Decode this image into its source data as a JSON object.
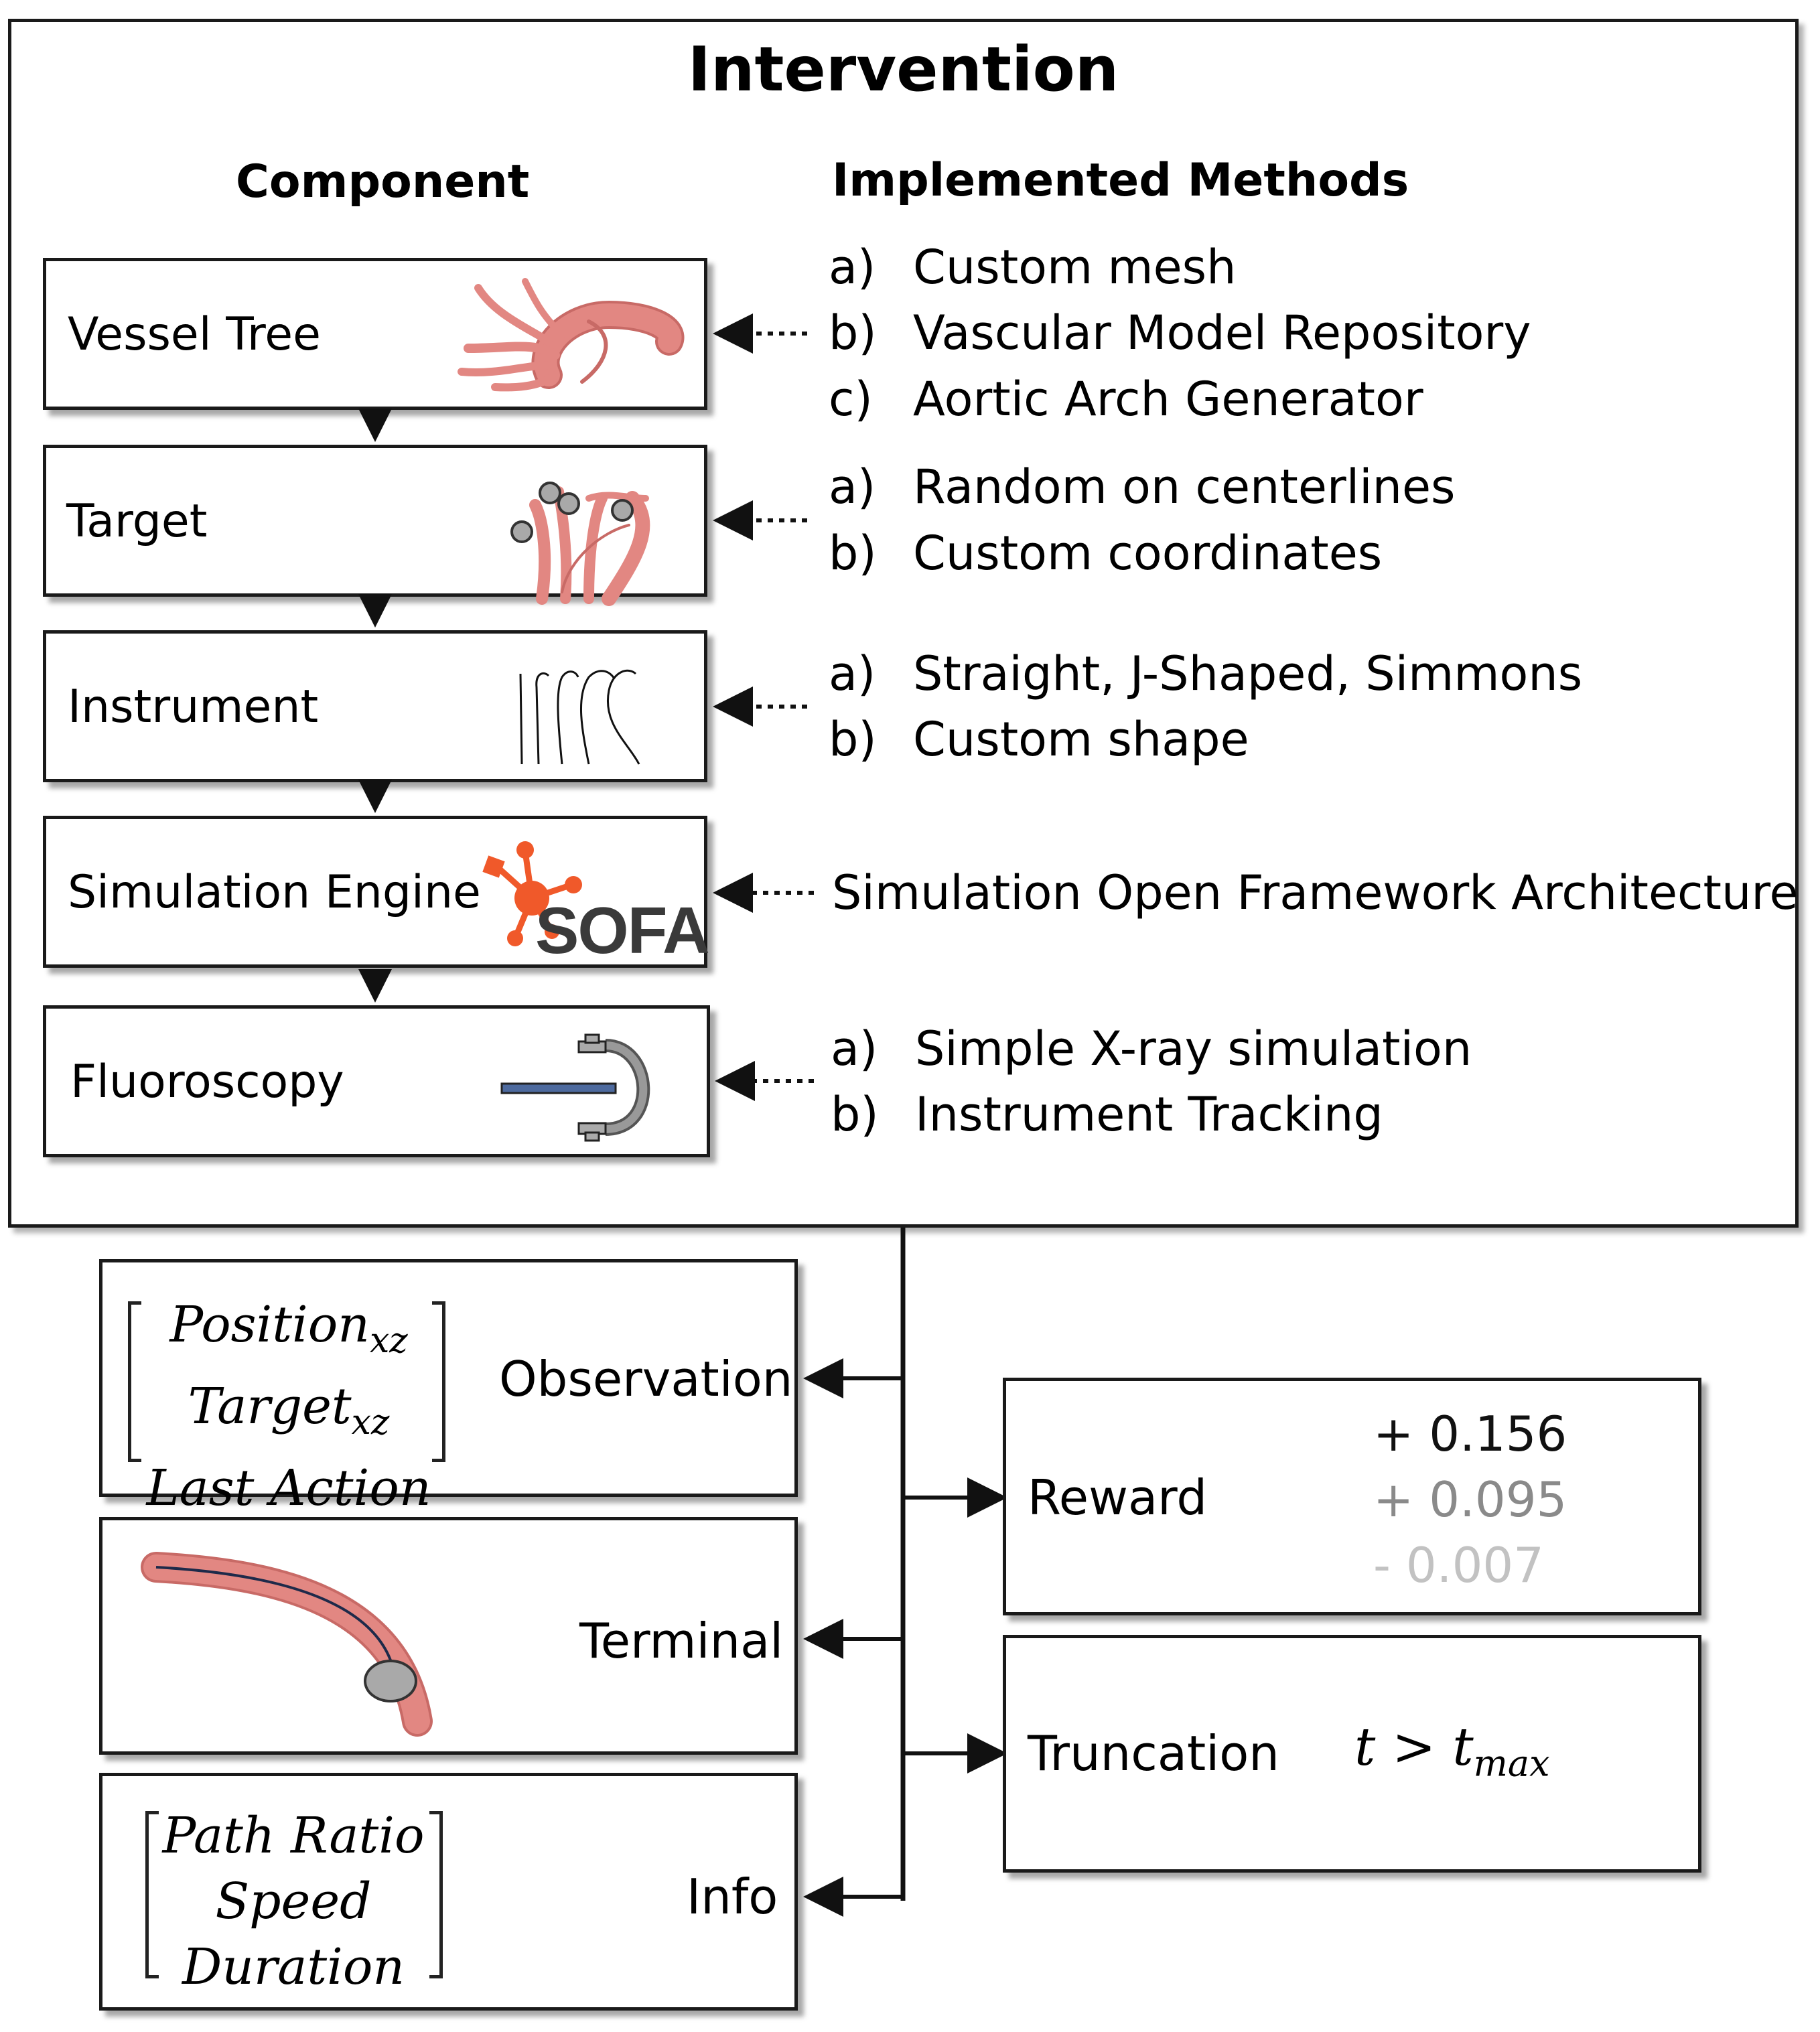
{
  "intervention": {
    "title": "Intervention",
    "component_header": "Component",
    "methods_header": "Implemented Methods",
    "components": [
      {
        "label": "Vessel Tree",
        "icon": "vessel-tree-icon",
        "methods": [
          {
            "letter": "a)",
            "text": "Custom mesh"
          },
          {
            "letter": "b)",
            "text": "Vascular Model Repository"
          },
          {
            "letter": "c)",
            "text": "Aortic Arch Generator"
          }
        ]
      },
      {
        "label": "Target",
        "icon": "target-vessel-icon",
        "methods": [
          {
            "letter": "a)",
            "text": "Random on centerlines"
          },
          {
            "letter": "b)",
            "text": "Custom coordinates"
          }
        ]
      },
      {
        "label": "Instrument",
        "icon": "guidewire-shapes-icon",
        "methods": [
          {
            "letter": "a)",
            "text": "Straight, J-Shaped, Simmons"
          },
          {
            "letter": "b)",
            "text": "Custom shape"
          }
        ]
      },
      {
        "label": "Simulation Engine",
        "icon": "sofa-logo-icon",
        "logo_text": "SOFA",
        "method_text": "Simulation Open Framework Architecture"
      },
      {
        "label": "Fluoroscopy",
        "icon": "c-arm-icon",
        "methods": [
          {
            "letter": "a)",
            "text": "Simple X-ray simulation"
          },
          {
            "letter": "b)",
            "text": "Instrument Tracking"
          }
        ]
      }
    ]
  },
  "outputs": {
    "observation": {
      "label": "Observation",
      "vector": [
        "Position",
        "Target",
        "Last Action"
      ],
      "subscript": "xz"
    },
    "terminal": {
      "label": "Terminal",
      "icon": "vessel-target-reached-icon"
    },
    "info": {
      "label": "Info",
      "vector": [
        "Path Ratio",
        "Speed",
        "Duration"
      ]
    },
    "reward": {
      "label": "Reward",
      "values": [
        "+ 0.156",
        "+ 0.095",
        "- 0.007"
      ],
      "value_colors": [
        "#111111",
        "#8a8a8a",
        "#c2c2c2"
      ]
    },
    "truncation": {
      "label": "Truncation",
      "var": "t",
      "op": ">",
      "subscript": "max"
    }
  },
  "colors": {
    "vessel": "#e28782",
    "vessel_dark": "#c86a66",
    "sofa_orange": "#f0592a",
    "target_gray": "#a9a9a9",
    "wire_dark": "#1e2a4a"
  }
}
